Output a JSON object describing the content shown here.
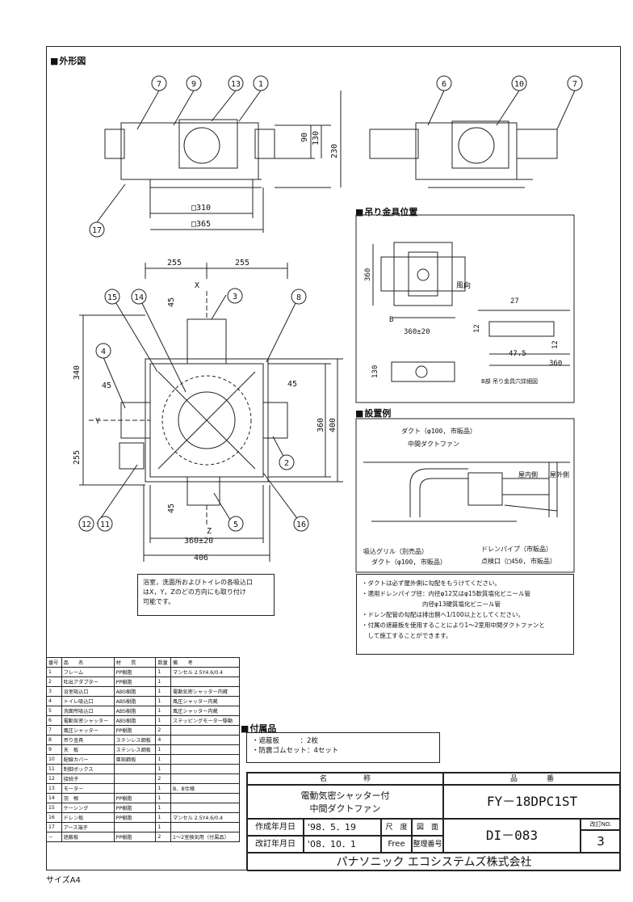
{
  "sections": {
    "outline": "外形図",
    "hanger_position": "吊り金具位置",
    "installation": "設置例",
    "accessories": "付属品"
  },
  "callouts": {
    "c7": "7",
    "c9": "9",
    "c13": "13",
    "c1": "1",
    "c6": "6",
    "c10": "10",
    "c7b": "7",
    "c17": "17",
    "c15": "15",
    "c14": "14",
    "c3": "3",
    "c8": "8",
    "c4": "4",
    "c2": "2",
    "c12": "12",
    "c11": "11",
    "c5": "5",
    "c16": "16"
  },
  "dims": {
    "d90": "90",
    "d130": "130",
    "d230": "230",
    "d310": "□310",
    "d365": "□365",
    "d255a": "255",
    "d255b": "255",
    "d45a": "45",
    "d340": "340",
    "d45b": "45",
    "d45c": "45",
    "d255c": "255",
    "d360": "360",
    "d400": "400",
    "d45d": "45",
    "d360pm20": "360±20",
    "d406": "406",
    "axis_x": "X",
    "axis_y": "Y",
    "axis_z": "Z"
  },
  "hanger": {
    "d360": "360",
    "d360pm20": "360±20",
    "wind": "風向",
    "b": "B",
    "d12": "12",
    "d27": "27",
    "d47_5": "47.5",
    "d12b": "12",
    "d360b": "360",
    "d130": "130",
    "caption": "B部 吊り金具穴詳細図"
  },
  "install": {
    "duct_top": "ダクト（φ100, 市販品）",
    "fan": "中間ダクトファン",
    "indoor": "屋内側",
    "outdoor": "屋外側",
    "grill": "吸込グリル（別売品）",
    "duct_bottom": "ダクト（φ100, 市販品）",
    "drain": "ドレンパイプ（市販品）",
    "inspection": "点検口（□450, 市販品）"
  },
  "notes": [
    "・ダクトは必ず屋外側に勾配をもうけてください。",
    "・適用ドレンパイプ径：内径φ12又はφ15軟質塩化ビニール管",
    "　　　　　　　　　　内径φ13硬質塩化ビニール管",
    "・ドレン配管の勾配は排出側へ1/100以上としてください。",
    "・付属の遮蔽板を使用することにより1～2室用中間ダクトファンと",
    "　して施工することができます。"
  ],
  "mount_note": [
    "浴室，洗面所およびトイレの各吸込口",
    "はX，Y，Zのどの方向にも取り付け",
    "可能です。"
  ],
  "parts_header": [
    "番号",
    "品　　名",
    "材　　質",
    "数量",
    "備　　考"
  ],
  "parts": [
    [
      "1",
      "フレーム",
      "PP樹脂",
      "1",
      "マンセル 2.5Y4.6/0.4"
    ],
    [
      "2",
      "吐出アダプター",
      "PP樹脂",
      "1",
      ""
    ],
    [
      "3",
      "浴室吸込口",
      "ABS樹脂",
      "1",
      "電動気密シャッター内蔵"
    ],
    [
      "4",
      "トイレ吸込口",
      "ABS樹脂",
      "1",
      "風圧シャッター内蔵"
    ],
    [
      "5",
      "洗面所吸込口",
      "ABS樹脂",
      "1",
      "風圧シャッター内蔵"
    ],
    [
      "6",
      "電動気密シャッター",
      "ABS樹脂",
      "1",
      "ステッピングモーター駆動"
    ],
    [
      "7",
      "風圧シャッター",
      "PP樹脂",
      "2",
      ""
    ],
    [
      "8",
      "吊り金具",
      "ステンレス鋼板",
      "4",
      ""
    ],
    [
      "9",
      "天　板",
      "ステンレス鋼板",
      "1",
      ""
    ],
    [
      "10",
      "配線カバー",
      "亜鉛鋼板",
      "1",
      ""
    ],
    [
      "11",
      "制御ボックス",
      "",
      "1",
      ""
    ],
    [
      "12",
      "接続子",
      "",
      "2",
      ""
    ],
    [
      "13",
      "モーター",
      "",
      "1",
      "B．B仕様"
    ],
    [
      "14",
      "羽　根",
      "PP樹脂",
      "1",
      ""
    ],
    [
      "15",
      "ケーシング",
      "PP樹脂",
      "1",
      ""
    ],
    [
      "16",
      "ドレン板",
      "PP樹脂",
      "1",
      "マンセル 2.5Y4.6/0.4"
    ],
    [
      "17",
      "アース端子",
      "",
      "1",
      ""
    ],
    [
      "－",
      "遮蔽板",
      "PP樹脂",
      "2",
      "1～2室換気用（付属品）"
    ]
  ],
  "accessories": [
    "・遮蔽板　　　：2枚",
    "・防震ゴムセット：4セット"
  ],
  "title_block": {
    "name_header": "名　　　　　称",
    "number_header": "品　　　　番",
    "product_name_1": "電動気密シャッター付",
    "product_name_2": "中間ダクトファン",
    "product_number": "FY－18DPC1ST",
    "created_label": "作成年月日",
    "created_date": "'98．5．19",
    "scale_label": "尺　度",
    "drawing_label": "図　面",
    "revised_label": "改訂年月日",
    "revised_date": "'08．10．1",
    "scale_value": "Free",
    "serial_label": "整理番号",
    "drawing_number": "DI－083",
    "revision_label": "改訂NO.",
    "revision_number": "3",
    "company": "パナソニック エコシステムズ株式会社"
  },
  "paper_size": "サイズA4"
}
